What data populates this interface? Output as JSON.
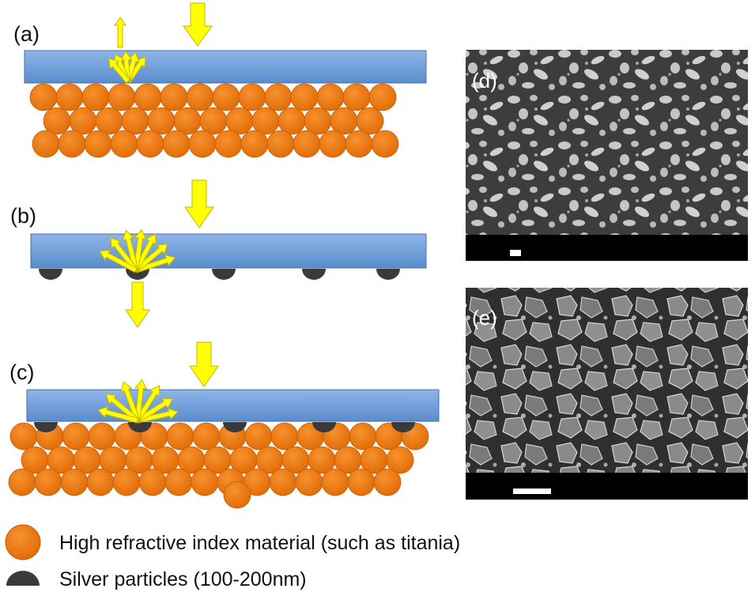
{
  "panels": {
    "a": "(a)",
    "b": "(b)",
    "c": "(c)",
    "d": "(d)",
    "e": "(e)"
  },
  "legend": {
    "titania": "High refractive index material (such as titania)",
    "silver": "Silver particles (100-200nm)"
  },
  "colors": {
    "substrate": "#6f9fd9",
    "titania": "#ee7b14",
    "silver": "#3a3a3a",
    "light": "#ffff00",
    "sem_background": "#3c3c3c",
    "sem_bar": "#000000"
  }
}
